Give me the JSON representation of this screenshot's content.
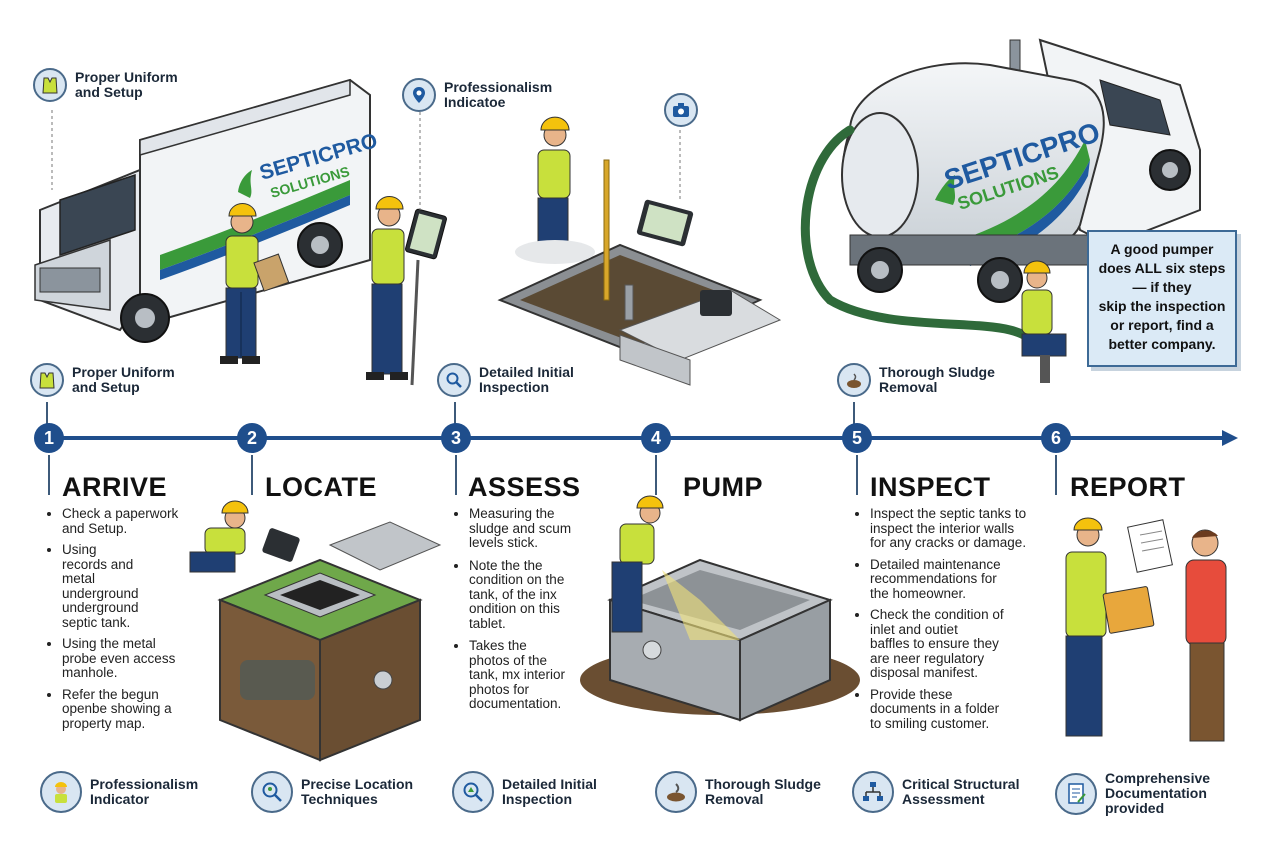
{
  "top_tags": [
    {
      "id": "uniform-top",
      "label": "Proper Uniform\nand Setup",
      "icon": "safety-vest-icon"
    },
    {
      "id": "professionalism-top",
      "label": "Professionalism\nIndicatoe",
      "icon": "location-pin-icon"
    },
    {
      "id": "camera-top",
      "label": "",
      "icon": "camera-icon"
    }
  ],
  "mid_tags": [
    {
      "label": "Proper Uniform\nand Setup",
      "icon": "safety-vest-icon"
    },
    {
      "label": "Detailed Initial\nInspection",
      "icon": "magnifier-icon"
    },
    {
      "label": "Thorough Sludge\nRemoval",
      "icon": "sludge-icon"
    }
  ],
  "truck_brand": {
    "line1": "SEPTICPRO",
    "line2": "SOLUTIONS"
  },
  "callout": "A good pumper\ndoes ALL six steps\n— if they\nskip the inspection\nor report, find a\nbetter company.",
  "steps": [
    {
      "num": "1",
      "title": "ARRIVE",
      "bullets": [
        "Check a paperwork\nand Setup.",
        "Using\nrecords and\nmetal\nunderground\nunderground\nseptic tank.",
        "Using the metal\nprobe even access\nmanhole.",
        "Refer the begun\nopenbe showing a\nproperty map."
      ]
    },
    {
      "num": "2",
      "title": "LOCATE",
      "bullets": []
    },
    {
      "num": "3",
      "title": "ASSESS",
      "bullets": [
        "Measuring the\nsludge and scum\nlevels stick.",
        "Note the the\ncondition on the\ntank, of the inx\nondition on this\ntablet.",
        "Takes the\nphotos of the\ntank, mx interior\nphotos for\ndocumentation."
      ]
    },
    {
      "num": "4",
      "title": "PUMP",
      "bullets": []
    },
    {
      "num": "5",
      "title": "INSPECT",
      "bullets": [
        "Inspect the septic tanks to\ninspect the interior walls\nfor any cracks or damage.",
        "Detailed maintenance\nrecommendations for\nthe homeowner.",
        "Check the condition of\ninlet and outiet\nbaffles to ensure they\nare neer regulatory\ndisposal manifest.",
        "Provide these\ndocuments in a folder\nto smiling customer."
      ]
    },
    {
      "num": "6",
      "title": "REPORT",
      "bullets": []
    }
  ],
  "bottom_tags": [
    {
      "label": "Professionalism\nIndicator",
      "icon": "worker-icon"
    },
    {
      "label": "Precise Location\nTechniques",
      "icon": "location-search-icon"
    },
    {
      "label": "Detailed Initial\nInspection",
      "icon": "inspection-icon"
    },
    {
      "label": "Thorough Sludge\nRemoval",
      "icon": "sludge-icon"
    },
    {
      "label": "Critical Structural\nAssessment",
      "icon": "structure-icon"
    },
    {
      "label": "Comprehensive\nDocumentation\nprovided",
      "icon": "document-icon"
    }
  ],
  "colors": {
    "timeline": "#1f4e8c",
    "brand_green": "#3a9a3a",
    "brand_blue": "#1f5aa0",
    "vest": "#c8e03c"
  }
}
